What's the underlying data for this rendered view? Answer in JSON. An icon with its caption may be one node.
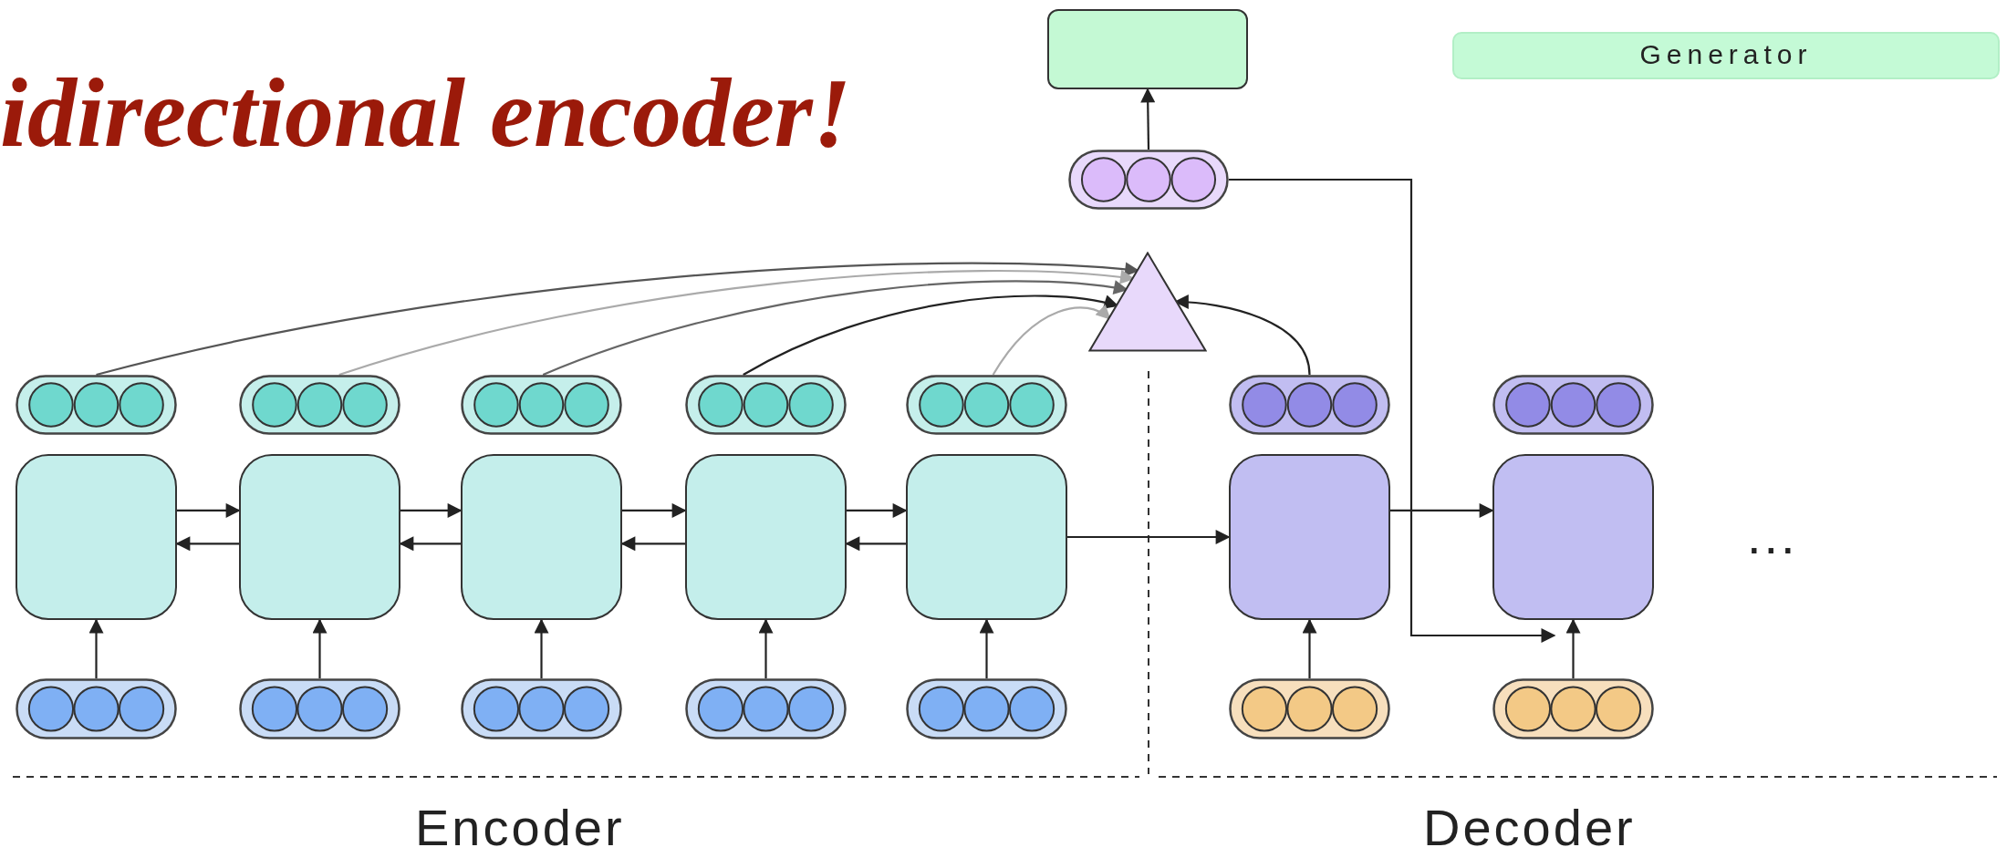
{
  "diagram": {
    "title": "idirectional encoder!",
    "nodes": [
      {
        "text": [],
        "shape": "box"
      },
      {
        "text": [
          "Generator"
        ]
      },
      {
        "text": [],
        "shape": "bar"
      },
      {
        "text": [],
        "shape": "triangle"
      },
      {
        "text": [],
        "shape": "bar"
      },
      {
        "text": [],
        "shape": "bar"
      },
      {
        "text": [],
        "shape": "bar"
      },
      {
        "text": [],
        "shape": "bar"
      },
      {
        "text": [],
        "shape": "bar"
      },
      {
        "text": [],
        "shape": "bar"
      },
      {
        "text": [],
        "shape": "bar"
      },
      {
        "text": [],
        "shape": "box"
      },
      {
        "text": [],
        "shape": "box"
      },
      {
        "text": [],
        "shape": "box"
      },
      {
        "text": [],
        "shape": "box"
      },
      {
        "text": [],
        "shape": "box"
      },
      {
        "text": [],
        "shape": "box"
      },
      {
        "text": [],
        "shape": "box"
      },
      {
        "text": [],
        "shape": "bar"
      },
      {
        "text": [],
        "shape": "bar"
      },
      {
        "text": [],
        "shape": "bar"
      },
      {
        "text": [],
        "shape": "bar"
      },
      {
        "text": [],
        "shape": "bar"
      },
      {
        "text": [],
        "shape": "bar"
      },
      {
        "text": [],
        "shape": "bar"
      }
    ],
    "edges": [
      {
        "from": 2,
        "to": 0,
        "arrow": "to"
      },
      {
        "from": 4,
        "to": 3,
        "arrow": "to",
        "color": "#555555"
      },
      {
        "from": 5,
        "to": 3,
        "arrow": "to",
        "color": "#aaaaaa"
      },
      {
        "from": 6,
        "to": 3,
        "arrow": "to",
        "color": "#666666"
      },
      {
        "from": 7,
        "to": 3,
        "arrow": "to"
      },
      {
        "from": 8,
        "to": 3,
        "arrow": "to",
        "color": "#aaaaaa"
      },
      {
        "from": 9,
        "to": 3,
        "arrow": "to"
      },
      {
        "from": 2,
        "to": 17,
        "arrow": "to"
      },
      {
        "from": 11,
        "to": 12,
        "arrow": "to"
      },
      {
        "from": 12,
        "to": 13,
        "arrow": "to"
      },
      {
        "from": 13,
        "to": 14,
        "arrow": "to"
      },
      {
        "from": 14,
        "to": 15,
        "arrow": "to"
      },
      {
        "from": 12,
        "to": 11,
        "arrow": "to"
      },
      {
        "from": 13,
        "to": 12,
        "arrow": "to"
      },
      {
        "from": 14,
        "to": 13,
        "arrow": "to"
      },
      {
        "from": 15,
        "to": 14,
        "arrow": "to"
      },
      {
        "from": 15,
        "to": 16,
        "arrow": "to"
      },
      {
        "from": 16,
        "to": 17,
        "arrow": "to"
      },
      {
        "from": 18,
        "to": 11,
        "arrow": "to"
      },
      {
        "from": 19,
        "to": 12,
        "arrow": "to"
      },
      {
        "from": 20,
        "to": 13,
        "arrow": "to"
      },
      {
        "from": 21,
        "to": 14,
        "arrow": "to"
      },
      {
        "from": 22,
        "to": 15,
        "arrow": "to"
      },
      {
        "from": 23,
        "to": 16,
        "arrow": "to"
      },
      {
        "from": 24,
        "to": 17,
        "arrow": "to"
      }
    ],
    "labels": [
      "...",
      "Encoder",
      "Decoder"
    ]
  }
}
